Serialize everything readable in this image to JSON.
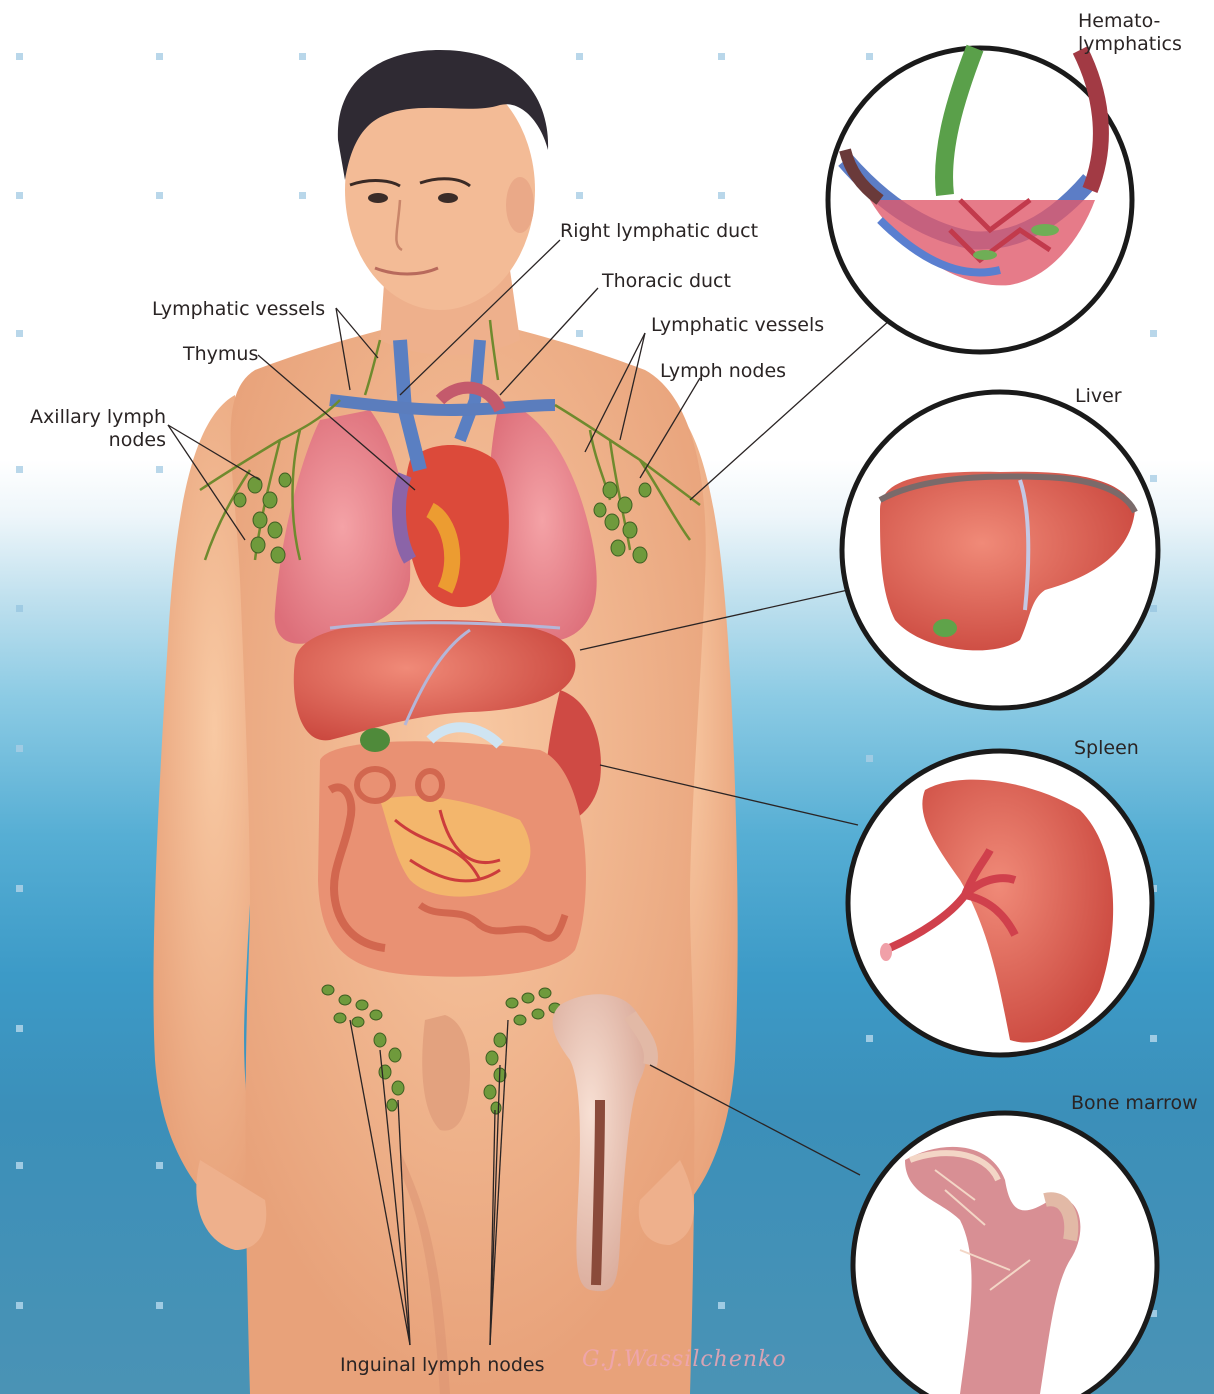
{
  "labels": {
    "hemato_lymphatics_line1": "Hemato-",
    "hemato_lymphatics_line2": "lymphatics",
    "right_lymphatic_duct": "Right lymphatic duct",
    "thoracic_duct": "Thoracic duct",
    "lymphatic_vessels_left": "Lymphatic vessels",
    "thymus": "Thymus",
    "lymphatic_vessels_right": "Lymphatic vessels",
    "lymph_nodes": "Lymph nodes",
    "axillary_line1": "Axillary lymph",
    "axillary_line2": "nodes",
    "liver": "Liver",
    "spleen": "Spleen",
    "bone_marrow": "Bone marrow",
    "inguinal_lymph_nodes": "Inguinal lymph nodes"
  },
  "signature": "G.J.Wassilchenko",
  "colors": {
    "skin": "#f2b48d",
    "lung": "#e8848c",
    "organ_red": "#de5a4e",
    "lymph_node_green": "#6f9a3c",
    "vein_blue": "#5a7fc2",
    "bone": "#e7c9b8"
  }
}
